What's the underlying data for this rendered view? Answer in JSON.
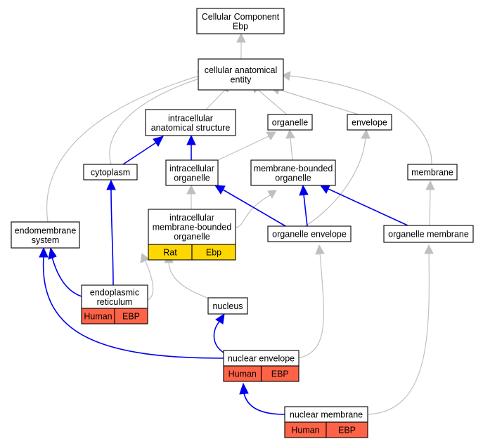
{
  "nodes": {
    "root": {
      "lines": [
        "Cellular Component",
        "Ebp"
      ]
    },
    "cae": {
      "lines": [
        "cellular anatomical",
        "entity"
      ]
    },
    "ias": {
      "lines": [
        "intracellular",
        "anatomical structure"
      ]
    },
    "organelle": {
      "lines": [
        "organelle"
      ]
    },
    "envelope": {
      "lines": [
        "envelope"
      ]
    },
    "cytoplasm": {
      "lines": [
        "cytoplasm"
      ]
    },
    "io": {
      "lines": [
        "intracellular",
        "organelle"
      ]
    },
    "mbo": {
      "lines": [
        "membrane-bounded",
        "organelle"
      ]
    },
    "membrane": {
      "lines": [
        "membrane"
      ]
    },
    "endo": {
      "lines": [
        "endomembrane",
        "system"
      ]
    },
    "imbo": {
      "lines": [
        "intracellular",
        "membrane-bounded",
        "organelle"
      ],
      "annotations": [
        {
          "label": "Rat"
        },
        {
          "label": "Ebp"
        }
      ]
    },
    "oenv": {
      "lines": [
        "organelle envelope"
      ]
    },
    "omem": {
      "lines": [
        "organelle membrane"
      ]
    },
    "er": {
      "lines": [
        "endoplasmic",
        "reticulum"
      ],
      "annotations": [
        {
          "label": "Human"
        },
        {
          "label": "EBP"
        }
      ]
    },
    "nucleus": {
      "lines": [
        "nucleus"
      ]
    },
    "nenv": {
      "lines": [
        "nuclear envelope"
      ],
      "annotations": [
        {
          "label": "Human"
        },
        {
          "label": "EBP"
        }
      ]
    },
    "nmem": {
      "lines": [
        "nuclear membrane"
      ],
      "annotations": [
        {
          "label": "Human"
        },
        {
          "label": "EBP"
        }
      ]
    }
  },
  "colors": {
    "is_a_edge": "#c0c0c0",
    "part_of_edge": "#0000ee",
    "human_annotation": "#ff6347",
    "rat_annotation": "#ffd700"
  }
}
